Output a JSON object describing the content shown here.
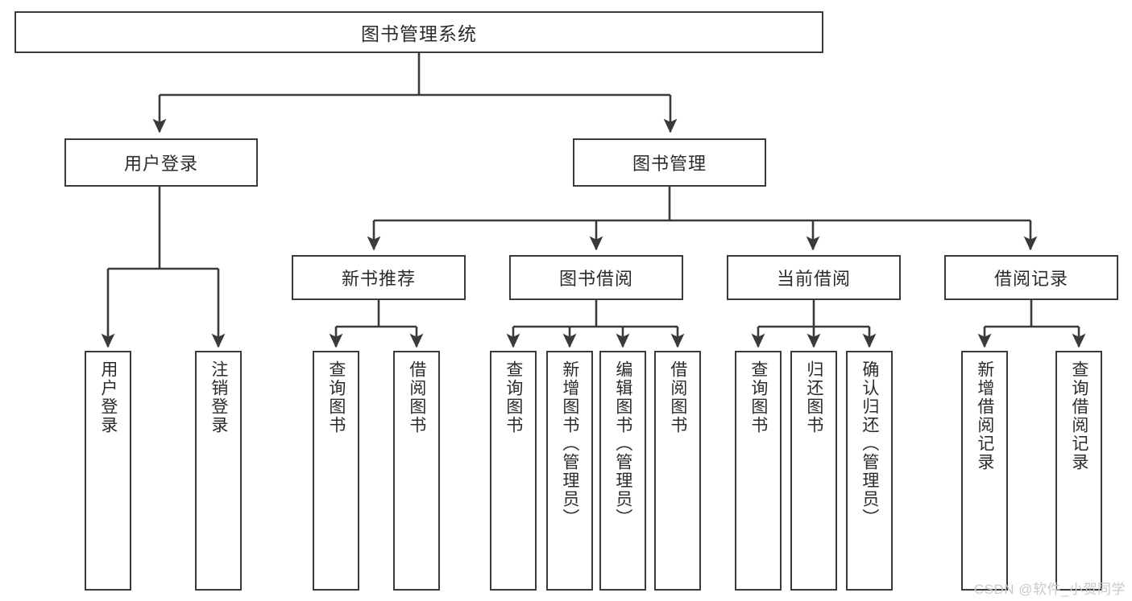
{
  "diagram": {
    "title": "图书管理系统",
    "type": "tree-hierarchy-chart",
    "root": {
      "label": "图书管理系统"
    },
    "level2": [
      {
        "label": "用户登录"
      },
      {
        "label": "图书管理"
      }
    ],
    "level3": [
      {
        "label": "新书推荐"
      },
      {
        "label": "图书借阅"
      },
      {
        "label": "当前借阅"
      },
      {
        "label": "借阅记录"
      }
    ],
    "leaves": {
      "user_login": [
        {
          "label": "用户登录"
        },
        {
          "label": "注销登录"
        }
      ],
      "new_book_recommend": [
        {
          "label": "查询图书"
        },
        {
          "label": "借阅图书"
        }
      ],
      "book_borrow": [
        {
          "label": "查询图书"
        },
        {
          "label": "新增图书（管理员）"
        },
        {
          "label": "编辑图书（管理员）"
        },
        {
          "label": "借阅图书"
        }
      ],
      "current_borrow": [
        {
          "label": "查询图书"
        },
        {
          "label": "归还图书"
        },
        {
          "label": "确认归还（管理员）"
        }
      ],
      "borrow_record": [
        {
          "label": "新增借阅记录"
        },
        {
          "label": "查询借阅记录"
        }
      ]
    }
  },
  "watermark": {
    "text": "CSDN @软件_小贺同学"
  },
  "colors": {
    "stroke": "#3a3a3a",
    "fill": "#ffffff",
    "text": "#2b2b2b",
    "watermark": "#c9c9c9"
  }
}
